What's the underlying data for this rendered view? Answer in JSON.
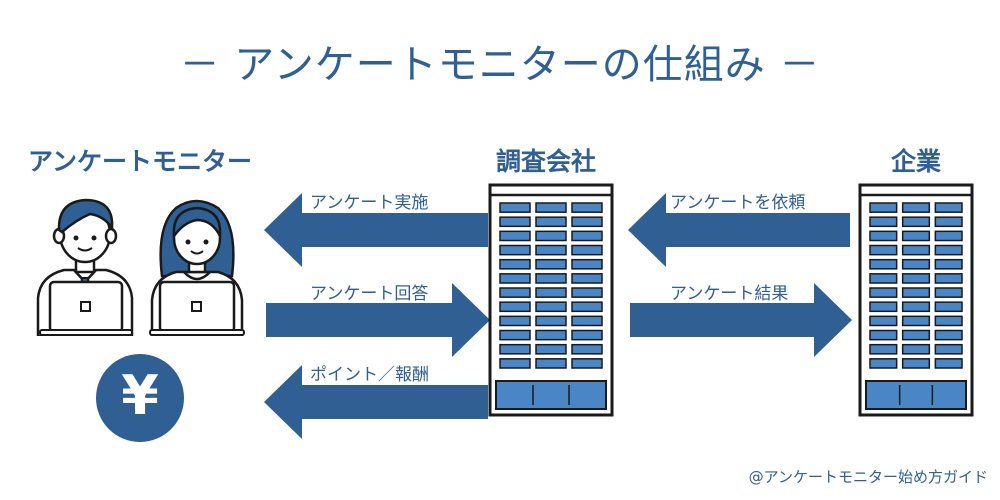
{
  "title": "－ アンケートモニターの仕組み －",
  "actors": {
    "monitor": "アンケートモニター",
    "research_company": "調査会社",
    "enterprise": "企業"
  },
  "arrows": {
    "survey_conduct": "アンケート実施",
    "survey_answer": "アンケート回答",
    "points_reward": "ポイント／報酬",
    "survey_request": "アンケートを依頼",
    "survey_result": "アンケート結果"
  },
  "symbols": {
    "yen": "¥"
  },
  "credit": "@アンケートモニター始め方ガイド",
  "icons": [
    "male-user-laptop-icon",
    "female-user-laptop-icon",
    "yen-coin-icon",
    "server-tower-icon"
  ],
  "colors": {
    "primary": "#2f5f93",
    "server_cell": "#4a86c5",
    "ink": "#1a1a1a"
  }
}
